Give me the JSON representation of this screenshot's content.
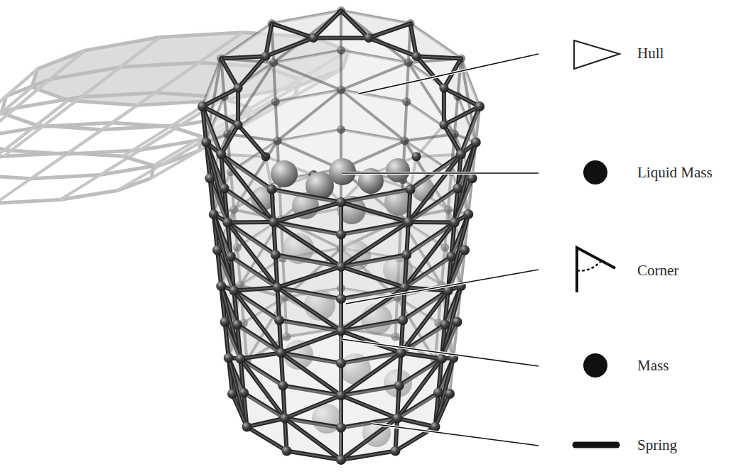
{
  "diagram": {
    "labels": [
      "Hull",
      "Liquid Mass",
      "Corner",
      "Mass",
      "Spring"
    ]
  }
}
